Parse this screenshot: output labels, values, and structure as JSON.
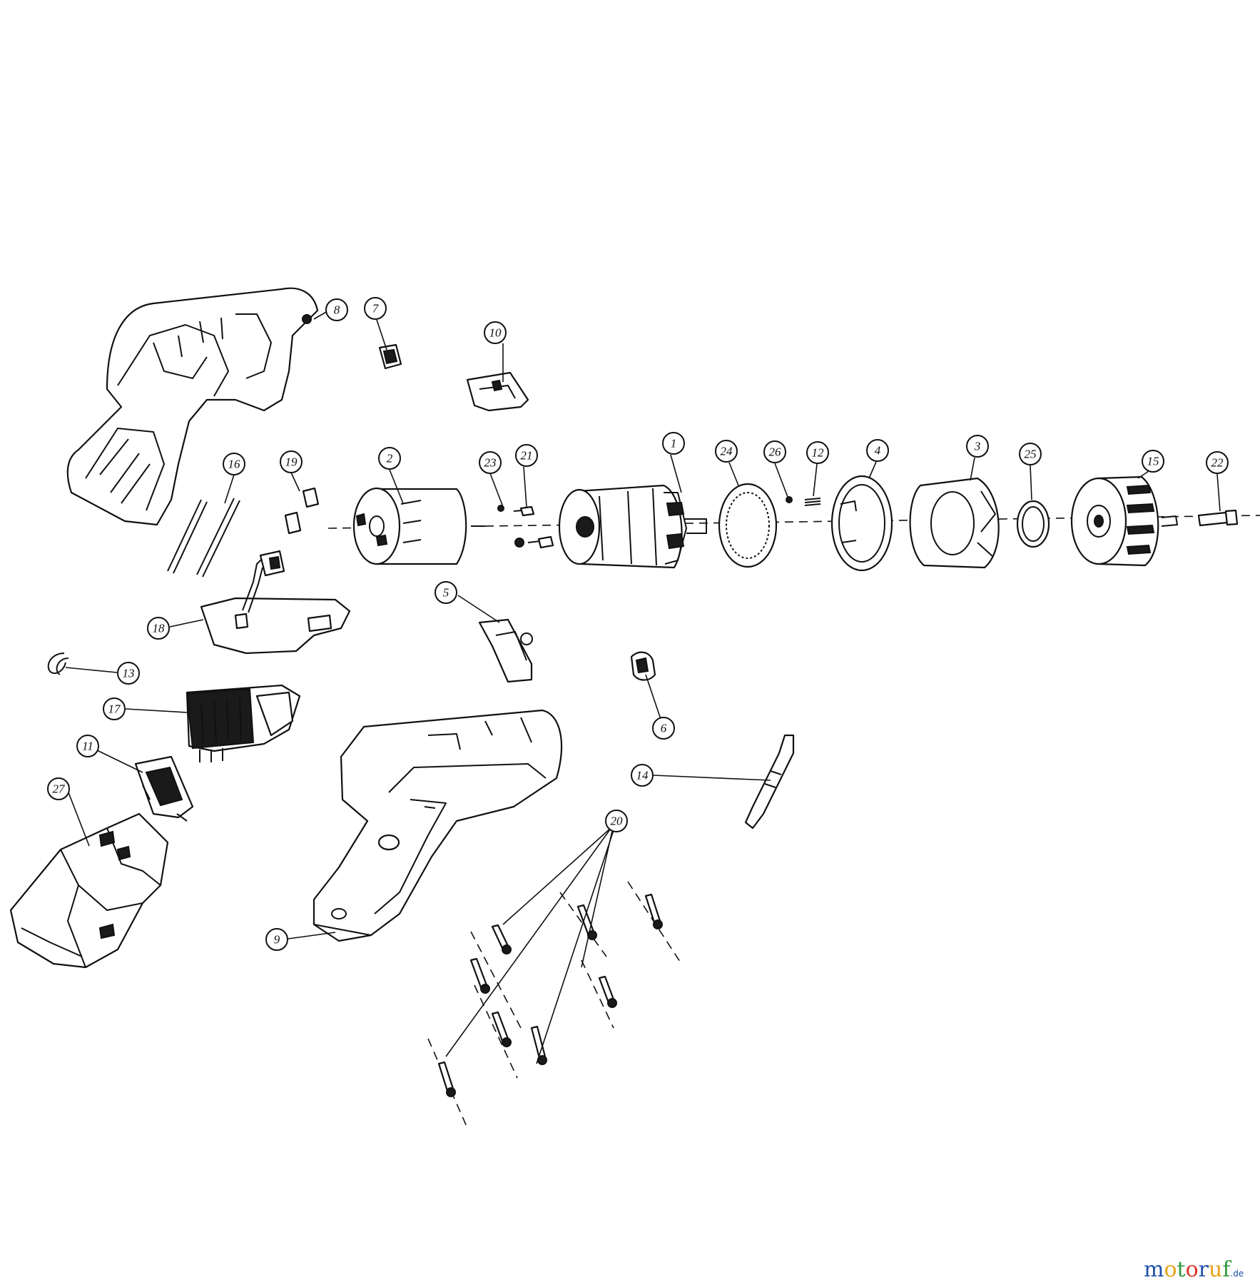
{
  "callouts": [
    {
      "id": "1",
      "label": "1"
    },
    {
      "id": "2",
      "label": "2"
    },
    {
      "id": "3",
      "label": "3"
    },
    {
      "id": "4",
      "label": "4"
    },
    {
      "id": "5",
      "label": "5"
    },
    {
      "id": "6",
      "label": "6"
    },
    {
      "id": "7",
      "label": "7"
    },
    {
      "id": "8",
      "label": "8"
    },
    {
      "id": "9",
      "label": "9"
    },
    {
      "id": "10",
      "label": "10"
    },
    {
      "id": "11",
      "label": "11"
    },
    {
      "id": "12",
      "label": "12"
    },
    {
      "id": "13",
      "label": "13"
    },
    {
      "id": "14",
      "label": "14"
    },
    {
      "id": "15",
      "label": "15"
    },
    {
      "id": "16",
      "label": "16"
    },
    {
      "id": "17",
      "label": "17"
    },
    {
      "id": "18",
      "label": "18"
    },
    {
      "id": "19",
      "label": "19"
    },
    {
      "id": "20",
      "label": "20"
    },
    {
      "id": "21",
      "label": "21"
    },
    {
      "id": "22",
      "label": "22"
    },
    {
      "id": "23",
      "label": "23"
    },
    {
      "id": "24",
      "label": "24"
    },
    {
      "id": "25",
      "label": "25"
    },
    {
      "id": "26",
      "label": "26"
    },
    {
      "id": "27",
      "label": "27"
    }
  ],
  "watermark": {
    "letters": [
      "m",
      "o",
      "t",
      "o",
      "r",
      "u",
      "f"
    ],
    "tld": ".de",
    "colors": [
      "#1f4fa8",
      "#e6a21a",
      "#2f9a3a",
      "#d8332a",
      "#1f4fa8",
      "#e6a21a",
      "#2f9a3a"
    ],
    "tld_color": "#1f4fa8"
  }
}
